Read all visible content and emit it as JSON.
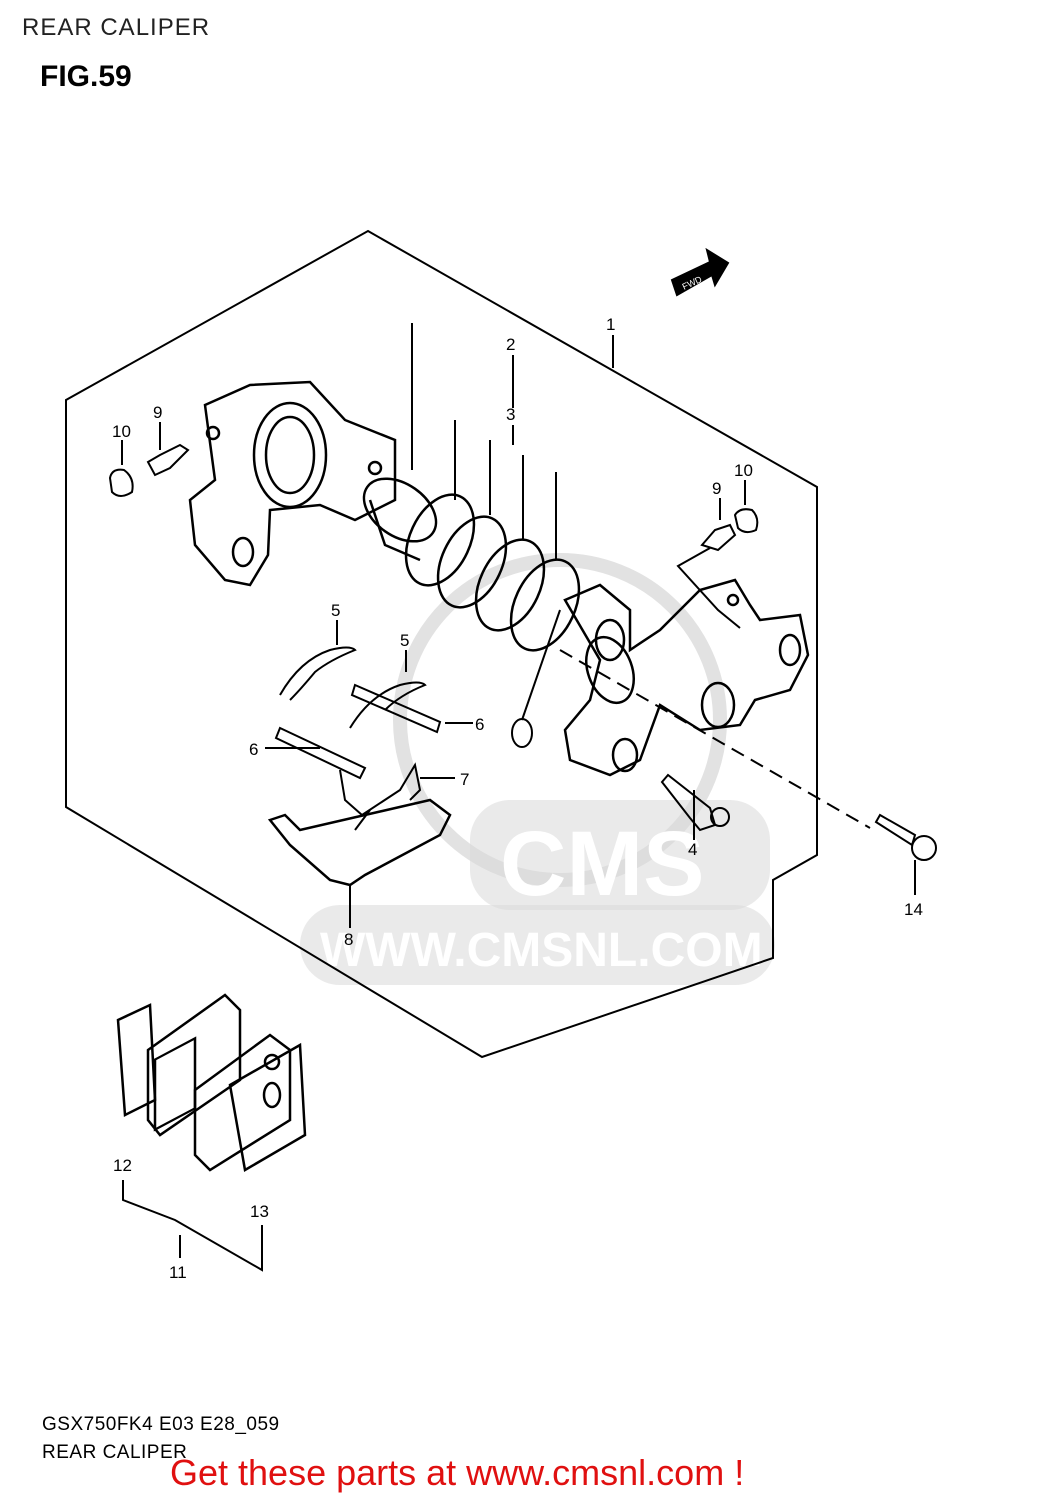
{
  "header": {
    "title": "REAR CALIPER",
    "figure": "FIG.59"
  },
  "watermark": {
    "brand": "CMS",
    "url": "WWW.CMSNL.COM"
  },
  "fwd_label": "FWD",
  "part_labels": [
    "1",
    "2",
    "3",
    "4",
    "5",
    "5",
    "6",
    "6",
    "7",
    "8",
    "9",
    "9",
    "10",
    "10",
    "11",
    "12",
    "13",
    "14"
  ],
  "footer": {
    "model": "GSX750FK4 E03 E28_059",
    "caption": "REAR CALIPER",
    "banner": "Get these parts at www.cmsnl.com !"
  },
  "colors": {
    "banner": "#e01010",
    "line": "#000000",
    "watermark": "#d8d8d8"
  }
}
